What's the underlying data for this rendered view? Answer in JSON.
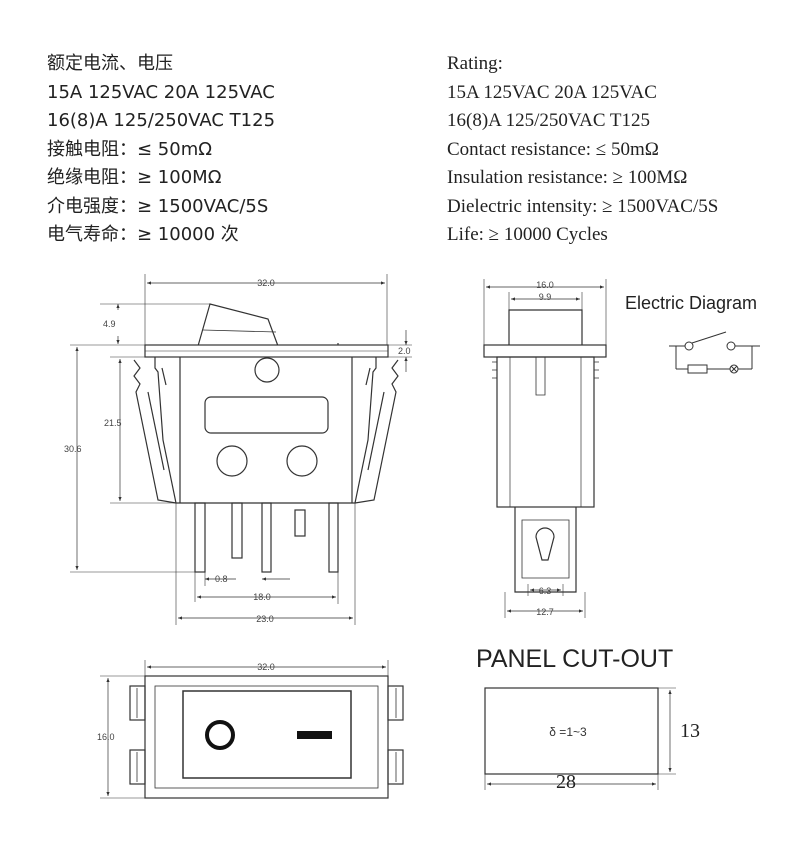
{
  "specs_cn": [
    "额定电流、电压",
    "15A 125VAC  20A 125VAC",
    "16(8)A 125/250VAC T125",
    "接触电阻：≤ 50mΩ",
    "绝缘电阻：≥ 100MΩ",
    "介电强度：≥ 1500VAC/5S",
    "电气寿命：≥ 10000 次"
  ],
  "specs_en": [
    "Rating:",
    "15A 125VAC  20A 125VAC",
    "16(8)A 125/250VAC T125",
    "Contact resistance: ≤ 50mΩ",
    "Insulation resistance: ≥ 100MΩ",
    "Dielectric intensity: ≥ 1500VAC/5S",
    "Life: ≥ 10000 Cycles"
  ],
  "front_view": {
    "width_label": "32.0",
    "rocker_height_label": "4.9",
    "flange_label": "2.0",
    "body_height_label": "21.5",
    "total_height_label": "30.6",
    "terminal_thickness_label": "0.8",
    "terminal_span_label": "18.0",
    "base_width_label": "23.0"
  },
  "side_view": {
    "width_label": "16.0",
    "rocker_width_label": "9.9",
    "terminal_width_label": "6.3",
    "base_width_label": "12.7"
  },
  "electric_diagram": {
    "title": "Electric Diagram"
  },
  "top_view": {
    "width_label": "32.0",
    "height_label": "16.0",
    "off_symbol": "O",
    "on_symbol": "—"
  },
  "panel_cutout": {
    "title": "PANEL CUT-OUT",
    "thickness_label": "δ =1~3",
    "height_label": "13",
    "width_label": "28"
  },
  "colors": {
    "line": "#333333",
    "text": "#222222"
  }
}
